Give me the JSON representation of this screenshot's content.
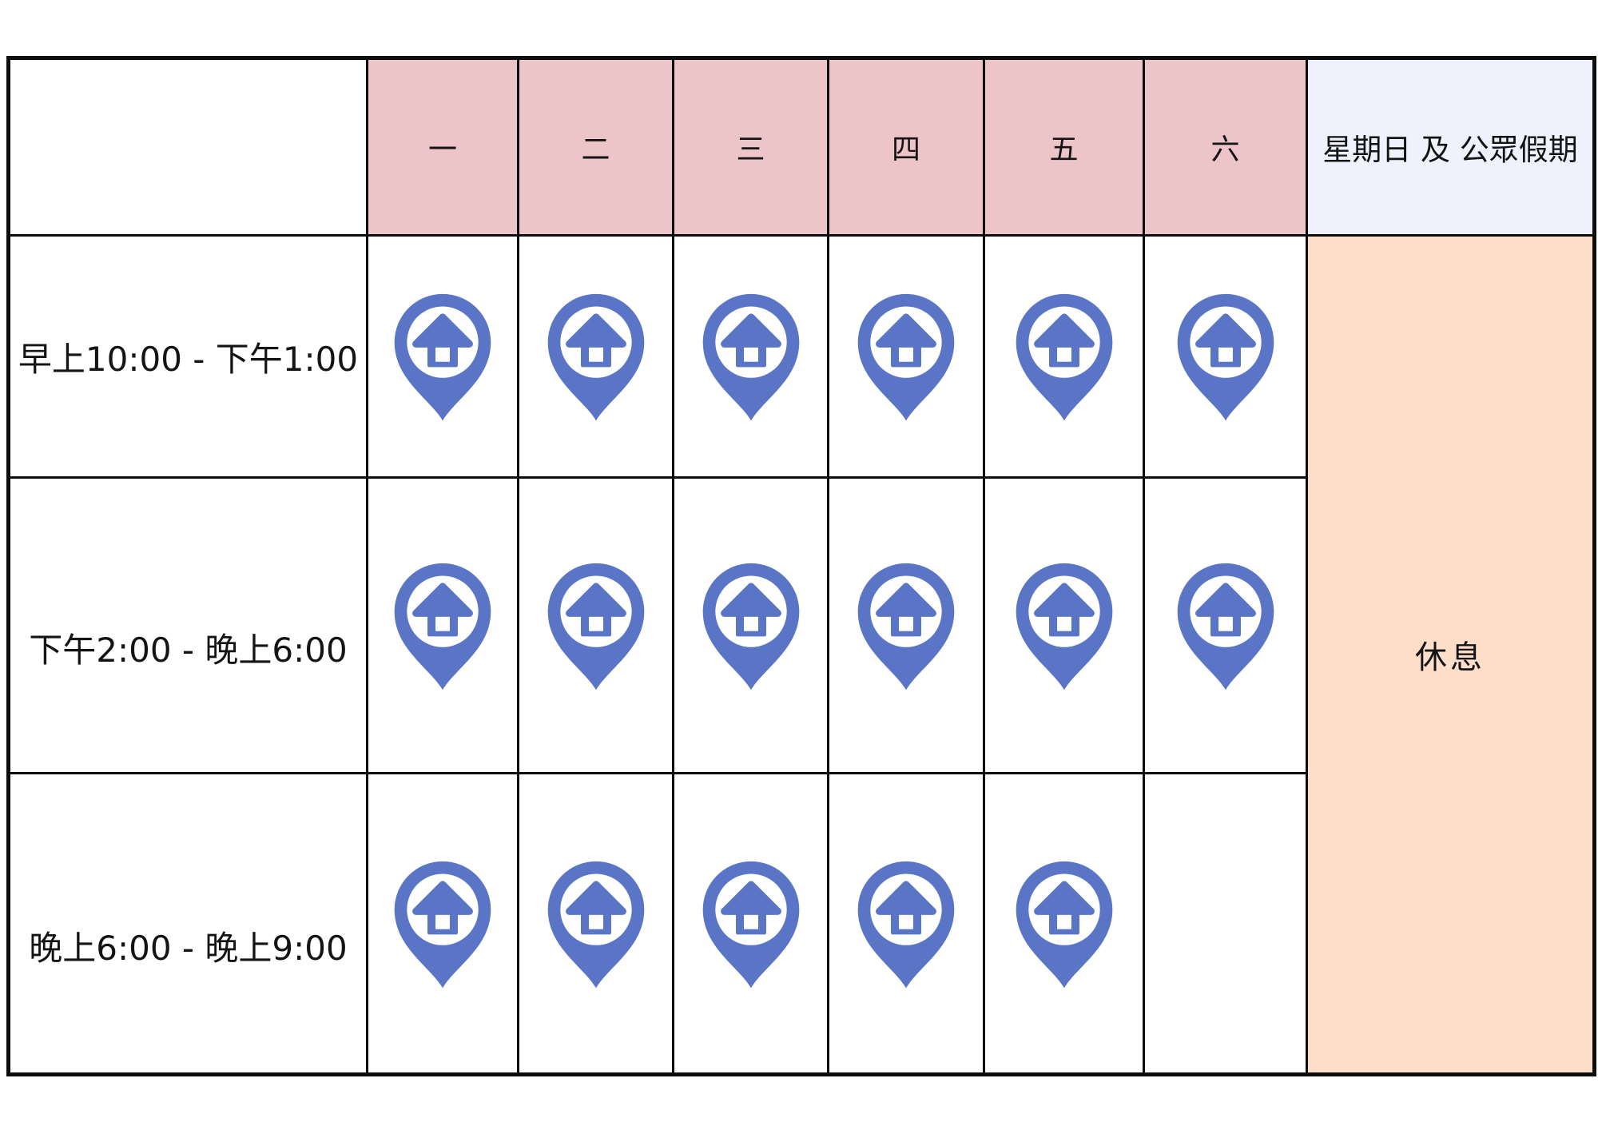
{
  "table": {
    "corner_label": "",
    "day_headers": [
      "一",
      "二",
      "三",
      "四",
      "五",
      "六"
    ],
    "sunday_header": "星期日 及 公眾假期",
    "closed_label": "休息",
    "rows": [
      {
        "label": "早上10:00 - 下午1:00",
        "open": [
          true,
          true,
          true,
          true,
          true,
          true
        ]
      },
      {
        "label": "下午2:00 - 晚上6:00",
        "open": [
          true,
          true,
          true,
          true,
          true,
          true
        ]
      },
      {
        "label": "晚上6:00 - 晚上9:00",
        "open": [
          true,
          true,
          true,
          true,
          true,
          false
        ]
      }
    ]
  },
  "icons": {
    "open_slot": "location-pin-home-icon"
  },
  "colors": {
    "day_header_bg": "#EDC5C9",
    "sunday_header_bg": "#EFF1FC",
    "closed_bg": "#FDDFC9",
    "pin_blue": "#5A75C6",
    "grid_line": "#0d0d0d",
    "text": "#141414",
    "background": "#ffffff"
  }
}
